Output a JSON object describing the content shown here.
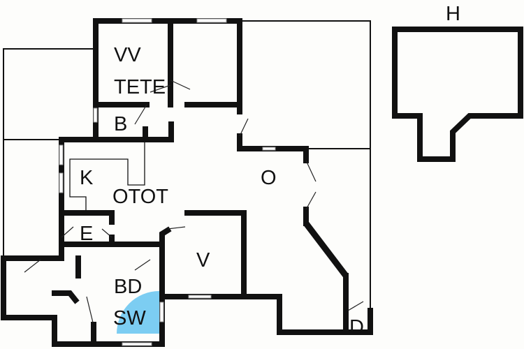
{
  "title": "Floor plan",
  "rooms": {
    "vv": "VV",
    "tete": "TETE",
    "b": "B",
    "k": "K",
    "otot": "OTOT",
    "e": "E",
    "bd": "BD",
    "sw": "SW",
    "v": "V",
    "o": "O",
    "d": "D",
    "h": "H"
  },
  "colors": {
    "wall": "#111111",
    "shower": "#7ccdf2",
    "background": "#fdfdfb"
  }
}
